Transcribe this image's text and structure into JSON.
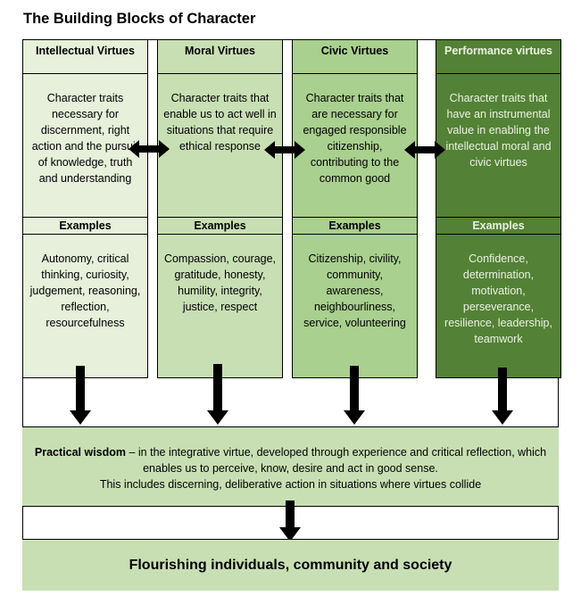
{
  "title": "The Building Blocks of Character",
  "columns": [
    {
      "heading": "Intellectual Virtues",
      "description": "Character traits necessary for discernment, right action and the pursuit of knowledge, truth and understanding",
      "examples_heading": "Examples",
      "examples": "Autonomy, critical thinking, curiosity, judgement, reasoning, reflection, resourcefulness"
    },
    {
      "heading": "Moral Virtues",
      "description": "Character traits that enable us to act well in situations that require ethical response",
      "examples_heading": "Examples",
      "examples": "Compassion, courage, gratitude, honesty, humility, integrity, justice, respect"
    },
    {
      "heading": "Civic Virtues",
      "description": "Character traits that are necessary for engaged responsible citizenship, contributing to the common good",
      "examples_heading": "Examples",
      "examples": "Citizenship, civility, community, awareness, neighbourliness, service, volunteering"
    },
    {
      "heading": "Performance virtues",
      "description": "Character traits that have an instrumental value in enabling the intellectual moral and civic virtues",
      "examples_heading": "Examples",
      "examples": "Confidence, determination, motivation, perseverance, resilience, leadership, teamwork"
    }
  ],
  "wisdom": {
    "lead": "Practical wisdom",
    "text": " – in the integrative virtue, developed through experience and critical reflection, which enables us to perceive, know, desire and act in good sense.",
    "line2": "This includes discerning, deliberative action in situations where virtues collide"
  },
  "outcome": "Flourishing individuals, community and society",
  "colors": {
    "intellectual": "#e6f0da",
    "moral": "#c8dfb4",
    "civic": "#a9d08e",
    "performance": "#538135"
  }
}
